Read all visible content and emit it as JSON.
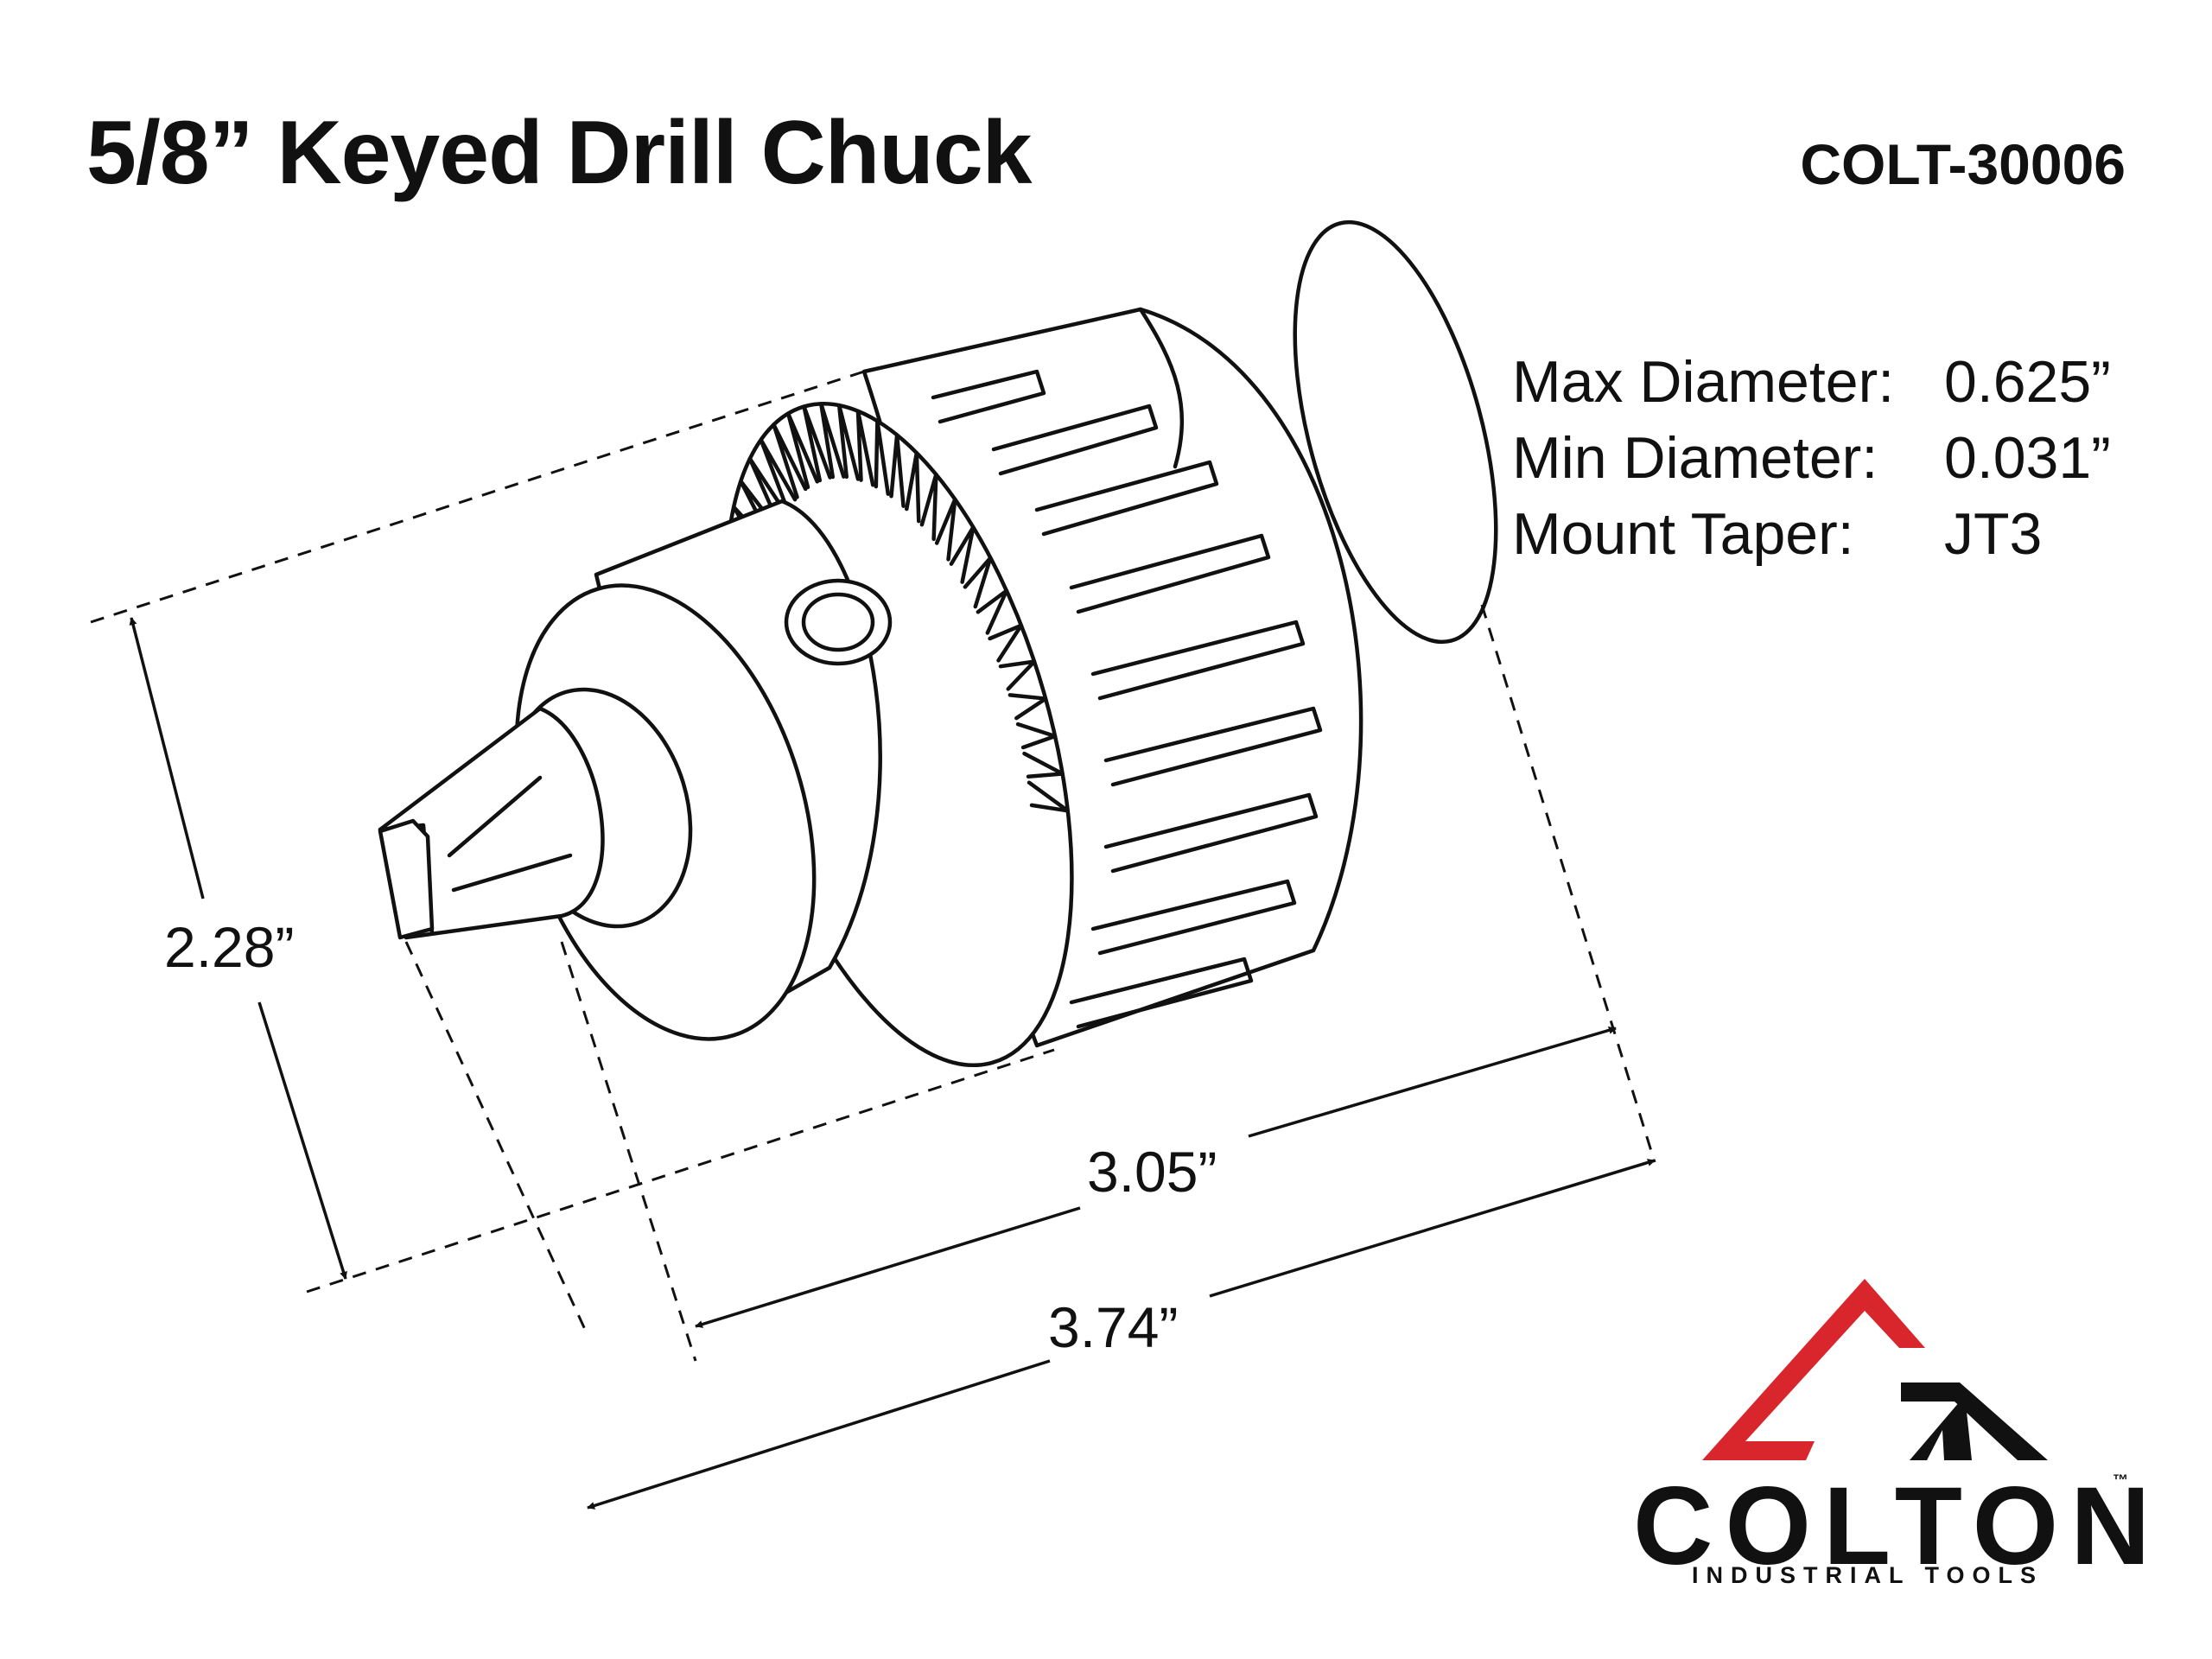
{
  "header": {
    "title": "5/8” Keyed Drill Chuck",
    "sku": "COLT-30006"
  },
  "specs": [
    {
      "label": "Max Diameter:",
      "value": "0.625”"
    },
    {
      "label": "Min Diameter:",
      "value": "0.031”"
    },
    {
      "label": "Mount Taper:",
      "value": "JT3"
    }
  ],
  "dimensions": {
    "height": "2.28”",
    "body_length": "3.05”",
    "overall_length": "3.74”"
  },
  "logo": {
    "wordmark": "COLTON",
    "trademark": "™",
    "tagline": "INDUSTRIAL TOOLS",
    "colors": {
      "red": "#d9262c",
      "black": "#111111"
    }
  }
}
